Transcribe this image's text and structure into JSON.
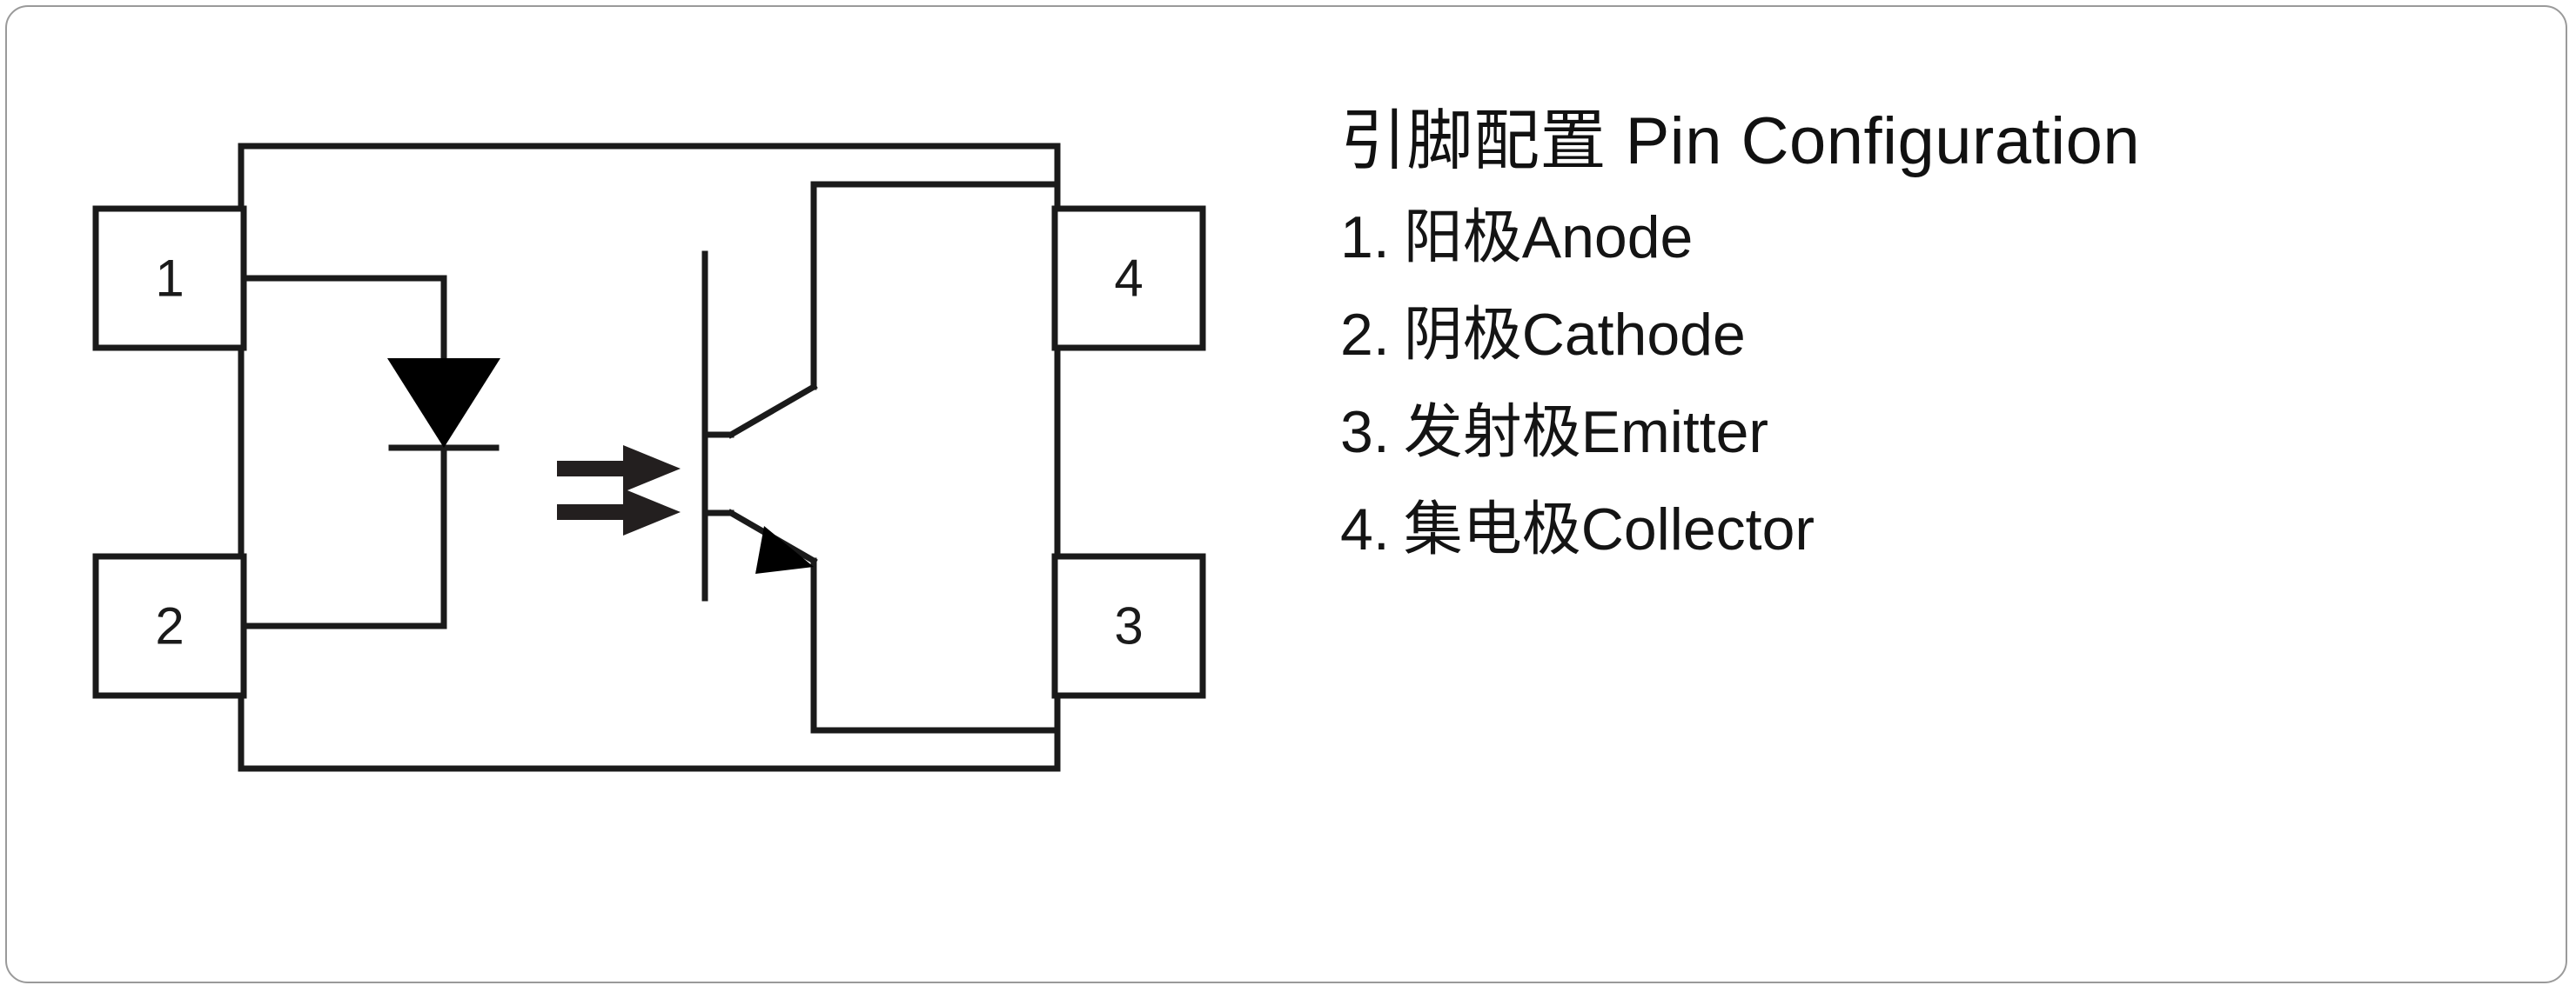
{
  "card": {
    "border_color": "#9a9a9a",
    "background_color": "#ffffff"
  },
  "schematic": {
    "name": "optocoupler-schematic",
    "line_color": "#1a1a1a",
    "fill_color": "#000000",
    "package_body_label": "",
    "pins": [
      {
        "number": "1",
        "position": "top-left",
        "function_cn": "阳极",
        "function_en": "Anode"
      },
      {
        "number": "2",
        "position": "bottom-left",
        "function_cn": "阴极",
        "function_en": "Cathode"
      },
      {
        "number": "3",
        "position": "bottom-right",
        "function_cn": "发射极",
        "function_en": "Emitter"
      },
      {
        "number": "4",
        "position": "top-right",
        "function_cn": "集电极",
        "function_en": "Collector"
      }
    ],
    "symbols": [
      {
        "name": "led-diode-symbol",
        "description": "filled triangle pointing down with cathode bar"
      },
      {
        "name": "light-arrows-symbol",
        "description": "two parallel arrows pointing right"
      },
      {
        "name": "phototransistor-symbol",
        "description": "NPN transistor with base bar, collector and emitter"
      }
    ]
  },
  "text_panel": {
    "title": "引脚配置 Pin Configuration",
    "items": [
      {
        "num": "1.",
        "label": "阳极Anode"
      },
      {
        "num": "2.",
        "label": "阴极Cathode"
      },
      {
        "num": "3.",
        "label": "发射极Emitter"
      },
      {
        "num": "4.",
        "label": "集电极Collector"
      }
    ]
  }
}
